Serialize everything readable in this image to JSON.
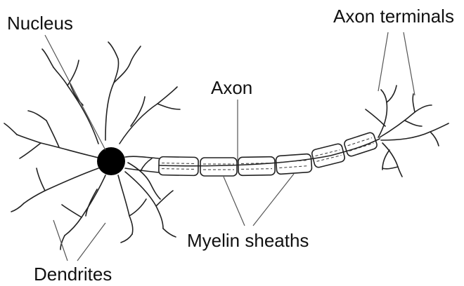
{
  "labels": {
    "nucleus": "Nucleus",
    "axon": "Axon",
    "axon_terminals": "Axon terminals",
    "myelin_sheaths": "Myelin sheaths",
    "dendrites": "Dendrites"
  },
  "colors": {
    "ink": "#222222",
    "nucleus_fill": "#000000",
    "leader_line": "#555555",
    "background": "#ffffff"
  }
}
